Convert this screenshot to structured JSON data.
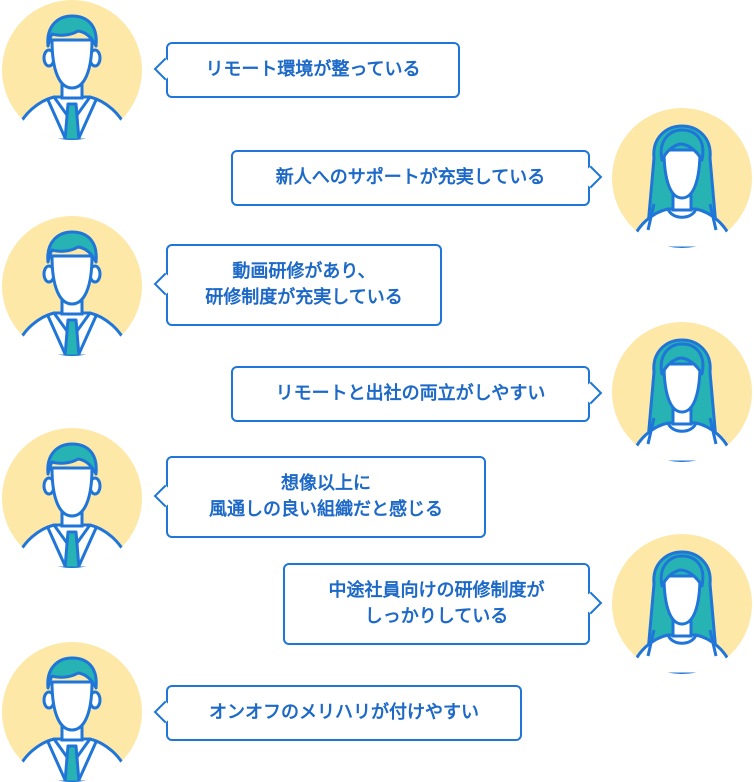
{
  "colors": {
    "avatar_bg": "#fde8a8",
    "outline": "#1f76d8",
    "hair": "#27b3b3",
    "text": "#1d69c7"
  },
  "comments": [
    {
      "speaker": "man-icon",
      "lines": [
        "リモート環境が整っている"
      ]
    },
    {
      "speaker": "woman-icon",
      "lines": [
        "新人へのサポートが充実している"
      ]
    },
    {
      "speaker": "man-icon",
      "lines": [
        "動画研修があり、",
        "研修制度が充実している"
      ]
    },
    {
      "speaker": "woman-icon",
      "lines": [
        "リモートと出社の両立がしやすい"
      ]
    },
    {
      "speaker": "man-icon",
      "lines": [
        "想像以上に",
        "風通しの良い組織だと感じる"
      ]
    },
    {
      "speaker": "woman-icon",
      "lines": [
        "中途社員向けの研修制度が",
        "しっかりしている"
      ]
    },
    {
      "speaker": "man-icon",
      "lines": [
        "オンオフのメリハリが付けやすい"
      ]
    }
  ]
}
